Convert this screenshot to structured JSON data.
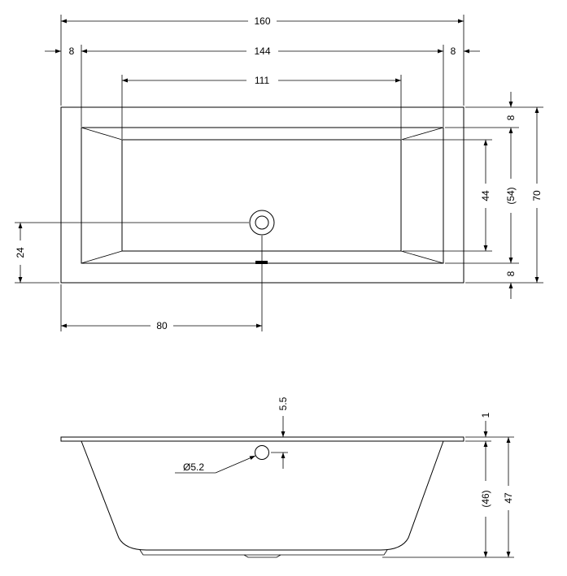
{
  "top_view": {
    "overall_length": "160",
    "rim_left": "8",
    "inner_length": "144",
    "rim_right": "8",
    "bottom_length": "111",
    "rim_top": "8",
    "inner_width": "(54)",
    "overall_width": "70",
    "bottom_width": "44",
    "rim_bottom": "8",
    "drain_offset_y": "24",
    "drain_offset_x": "80"
  },
  "side_view": {
    "overflow_height": "5.5",
    "rim_thickness": "1",
    "inner_depth": "(46)",
    "overall_depth": "47",
    "overflow_diameter": "Ø5.2"
  }
}
